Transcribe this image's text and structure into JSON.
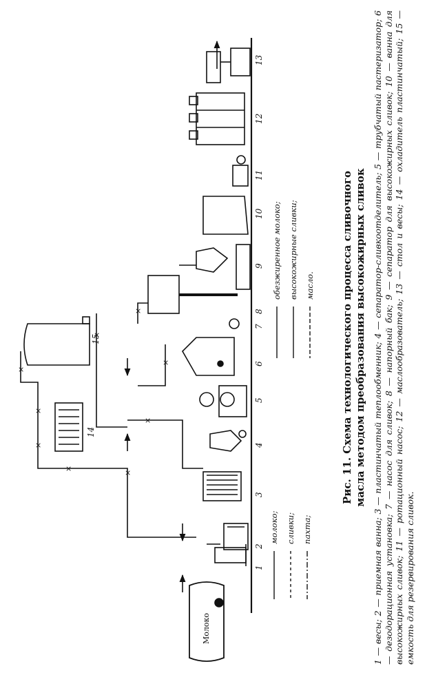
{
  "figure": {
    "title_line1": "Рис. 11. Схема технологического процесса сливочного",
    "title_line2": "масла методом преобразования высокожирных сливок",
    "legend": "1 — весы; 2 — приемная ванна; 3 — пластинчатый теплообменник; 4 — сепаратор-сливкоотделитель; 5 — трубчатый пастеризатор; 6 — дезодорационная установка; 7 — насос для сливок; 8 — напорный бак; 9 — сепаратор для высокожирных сливок; 10 — ванна для высокожирных сливок; 11 — ротационный насос; 12 — маслообразователь; 13 — стол и весы; 14 — охладитель пластинчатый; 15 — емкость для резервирования сливок."
  },
  "diagram": {
    "source_label": "Молоко",
    "numbers": [
      "1",
      "2",
      "3",
      "4",
      "5",
      "6",
      "7",
      "8",
      "9",
      "10",
      "11",
      "12",
      "13",
      "14",
      "15"
    ],
    "line_key_left": [
      {
        "text": "молоко;"
      },
      {
        "text": "сливки;"
      },
      {
        "text": "пахта;"
      }
    ],
    "line_key_right": [
      {
        "text": "обезжиренное молоко;"
      },
      {
        "text": "высокожирные сливки;"
      },
      {
        "text": "масло."
      }
    ]
  }
}
